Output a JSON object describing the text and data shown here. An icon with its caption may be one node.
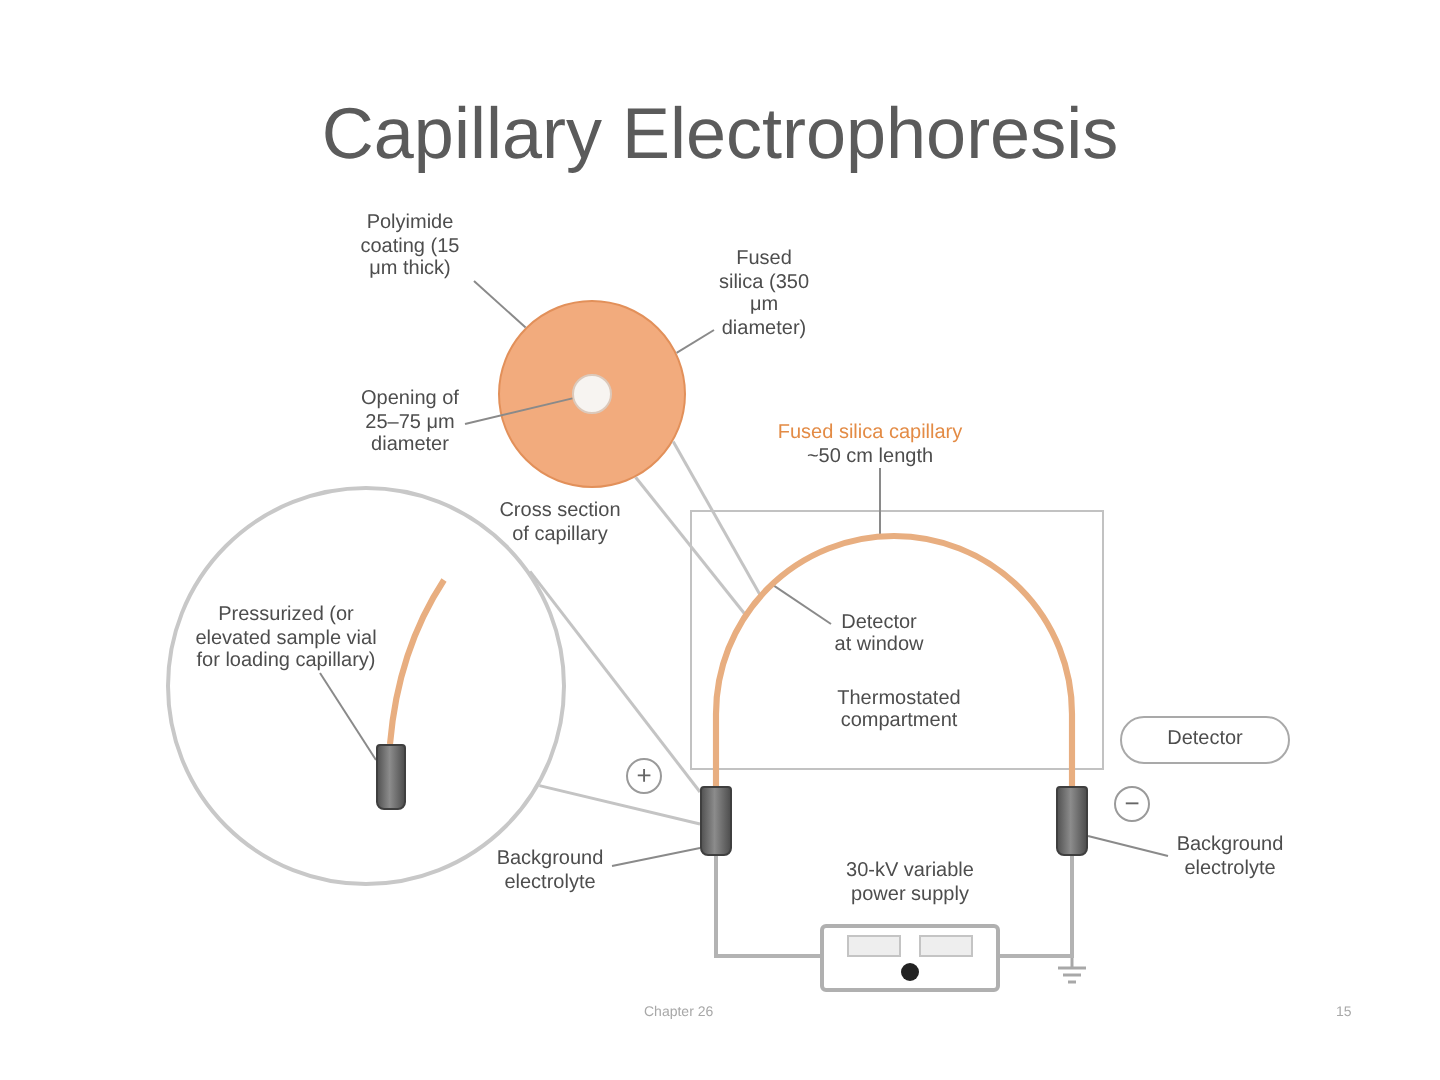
{
  "diagram": {
    "title": "Capillary Electrophoresis",
    "nodes": [
      {
        "text": [
          "Polyimide coating (15 μm thick)"
        ]
      },
      {
        "text": [
          "Fused silica (350 μm diameter)"
        ]
      },
      {
        "text": [
          "Opening of 25–75 μm diameter"
        ]
      },
      {
        "text": [],
        "shape": "circle",
        "beside": [
          "Cross section of capillary"
        ]
      },
      {
        "text": [],
        "shape": "circle",
        "in": 3
      },
      {
        "text": [
          "Fused silica capillary",
          "~50 cm length"
        ]
      },
      {
        "text": [
          "Thermostated compartment"
        ]
      },
      {
        "text": [
          "Detector at window"
        ],
        "in": 6
      },
      {
        "text": [],
        "shape": "circle"
      },
      {
        "text": [
          "Pressurized (or elevated sample vial for loading capillary)"
        ],
        "in": 8
      },
      {
        "text": [],
        "shape": "cylinder",
        "in": 8
      },
      {
        "text": [
          "Detector"
        ]
      },
      {
        "text": [],
        "shape": "cylinder"
      },
      {
        "text": [],
        "shape": "cylinder"
      },
      {
        "text": [
          "Background electrolyte"
        ]
      },
      {
        "text": [
          "Background electrolyte"
        ]
      },
      {
        "text": [
          "30-kV variable power supply"
        ]
      }
    ],
    "edges": [
      {
        "from": 0,
        "to": 3,
        "arrow": "none"
      },
      {
        "from": 1,
        "to": 3,
        "arrow": "none"
      },
      {
        "from": 2,
        "to": 4,
        "arrow": "none"
      },
      {
        "from": 3,
        "to": null,
        "arrow": "none"
      },
      {
        "from": 3,
        "to": null,
        "arrow": "none"
      },
      {
        "from": 5,
        "to": null,
        "arrow": "none"
      },
      {
        "from": 7,
        "to": null,
        "arrow": "none"
      },
      {
        "from": 9,
        "to": 10,
        "arrow": "none"
      },
      {
        "from": 8,
        "to": 12,
        "arrow": "none"
      },
      {
        "from": 8,
        "to": 12,
        "arrow": "none"
      },
      {
        "from": 14,
        "to": 12,
        "arrow": "none"
      },
      {
        "from": 15,
        "to": 13,
        "arrow": "none"
      },
      {
        "from": 12,
        "to": 16,
        "arrow": "none"
      },
      {
        "from": 16,
        "to": 13,
        "arrow": "none"
      },
      {
        "from": 12,
        "to": 13,
        "arrow": "none",
        "style": "thick",
        "color": "#e8ae80"
      },
      {
        "from": 10,
        "to": null,
        "arrow": "none",
        "style": "thick",
        "color": "#e8ae80"
      }
    ],
    "labels": [
      "+",
      "−",
      "Chapter 26",
      "15"
    ]
  }
}
